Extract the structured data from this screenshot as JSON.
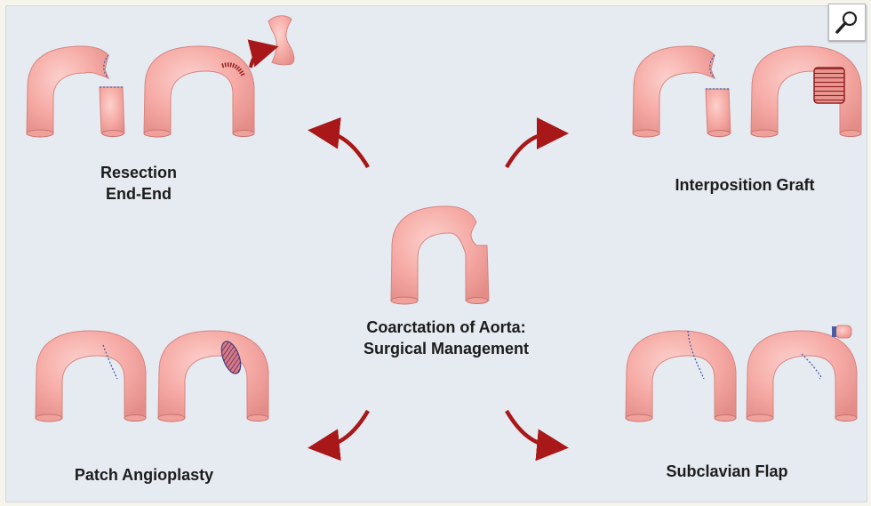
{
  "center": {
    "title_line1": "Coarctation of Aorta:",
    "title_line2": "Surgical Management"
  },
  "procedures": {
    "top_left": {
      "line1": "Resection",
      "line2": "End-End"
    },
    "top_right": "Interposition Graft",
    "bottom_left": "Patch Angioplasty",
    "bottom_right": "Subclavian Flap"
  },
  "colors": {
    "aorta_fill": "#f6aaa5",
    "aorta_shadow": "#d97e7a",
    "arrow": "#a81818",
    "suture": "#4a5ea8",
    "background": "#e6eaf1"
  },
  "icons": {
    "zoom": "magnifier-icon"
  }
}
